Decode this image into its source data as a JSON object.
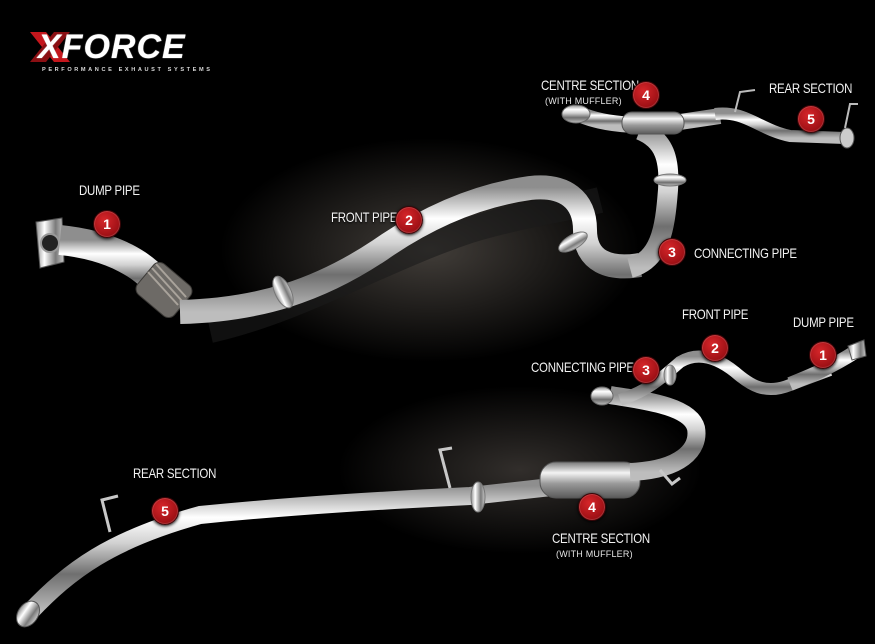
{
  "brand": {
    "name": "XFORCE",
    "tagline": "PERFORMANCE EXHAUST SYSTEMS",
    "accent_color": "#c4161c"
  },
  "upper_system": {
    "dump_pipe": {
      "label": "DUMP PIPE",
      "number": "1"
    },
    "front_pipe": {
      "label": "FRONT PIPE",
      "number": "2"
    },
    "connecting_pipe": {
      "label": "CONNECTING PIPE",
      "number": "3"
    },
    "centre_section": {
      "label": "CENTRE SECTION",
      "sublabel": "(WITH MUFFLER)",
      "number": "4"
    },
    "rear_section": {
      "label": "REAR SECTION",
      "number": "5"
    }
  },
  "lower_system": {
    "front_pipe": {
      "label": "FRONT PIPE",
      "number": "2"
    },
    "dump_pipe": {
      "label": "DUMP PIPE",
      "number": "1"
    },
    "connecting_pipe": {
      "label": "CONNECTING PIPE",
      "number": "3"
    },
    "rear_section": {
      "label": "REAR SECTION",
      "number": "5"
    },
    "centre_section": {
      "label": "CENTRE SECTION",
      "sublabel": "(WITH MUFFLER)",
      "number": "4"
    }
  }
}
